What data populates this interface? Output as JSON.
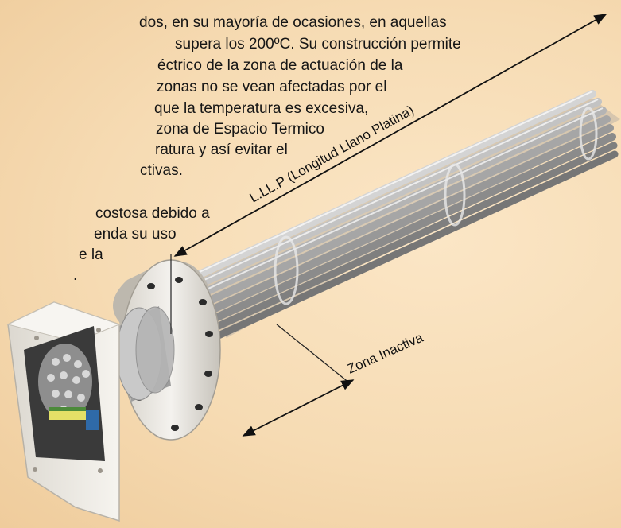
{
  "paragraph_1": [
    "dos, en su mayoría de ocasiones, en aquellas",
    "supera los 200ºC. Su construcción permite",
    "éctrico de la zona de actuación de la",
    "zonas no se vean afectadas por el",
    "que la temperatura es excesiva,",
    "zona de Espacio Termico",
    "ratura y así evitar el",
    "ctivas."
  ],
  "paragraph_2": [
    "costosa debido a",
    "enda su uso",
    "e la",
    "."
  ],
  "dimensions": {
    "lllp_label": "L.LL.P (Longitud Llano Platina)",
    "inactive_zone_label": "Zona Inactiva"
  },
  "colors": {
    "background": "#f6dcb6",
    "arrow": "#111111",
    "tube": "#b9b9b9",
    "flange": "#ece8e0",
    "terminal_box": "#f1efe9"
  }
}
